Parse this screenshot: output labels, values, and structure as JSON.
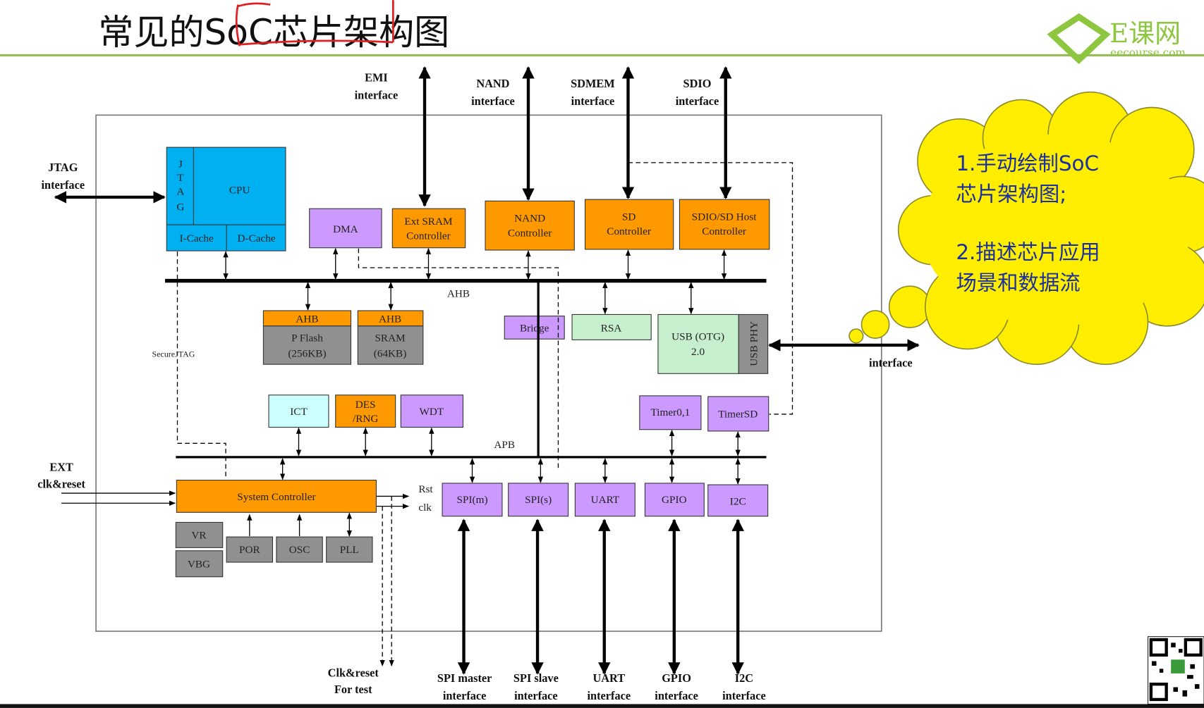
{
  "title": "常见的SoC芯片架构图",
  "logo": {
    "brand": "E课网",
    "domain": "eecourse.com"
  },
  "colors": {
    "cpu": "#00b0f0",
    "controller": "#ff9900",
    "peripheral": "#cc99ff",
    "memory": "#909090",
    "security": "#c6efce",
    "ict": "#ccffff",
    "cloud": "#ffee00",
    "accent_line": "#9bbb59",
    "annotation": "#e02020"
  },
  "external": {
    "emi": [
      "EMI",
      "interface"
    ],
    "nand": [
      "NAND",
      "interface"
    ],
    "sdmem": [
      "SDMEM",
      "interface"
    ],
    "sdio": [
      "SDIO",
      "interface"
    ],
    "jtag": [
      "JTAG",
      "interface"
    ],
    "ext": [
      "EXT",
      "clk&reset"
    ],
    "usb": "interface",
    "clk_test": [
      "Clk&reset",
      "For test"
    ],
    "spi_master": [
      "SPI master",
      "interface"
    ],
    "spi_slave": [
      "SPI slave",
      "interface"
    ],
    "uart": [
      "UART",
      "interface"
    ],
    "gpio": [
      "GPIO",
      "interface"
    ],
    "i2c": [
      "I2C",
      "interface"
    ]
  },
  "blocks": {
    "cpu": "CPU",
    "jtag_letters": [
      "J",
      "T",
      "A",
      "G"
    ],
    "icache": "I-Cache",
    "dcache": "D-Cache",
    "dma": "DMA",
    "extsram": [
      "Ext SRAM",
      "Controller"
    ],
    "nand": [
      "NAND",
      "Controller"
    ],
    "sd": [
      "SD",
      "Controller"
    ],
    "sdio": [
      "SDIO/SD Host",
      "Controller"
    ],
    "pflash": {
      "bus": "AHB",
      "name": "P Flash",
      "size": "(256KB)"
    },
    "sram": {
      "bus": "AHB",
      "name": "SRAM",
      "size": "(64KB)"
    },
    "bridge": "Bridge",
    "rsa": "RSA",
    "usb": [
      "USB (OTG)",
      "2.0"
    ],
    "usb_phy": "USB PHY",
    "ict": "ICT",
    "des": [
      "DES",
      "/RNG"
    ],
    "wdt": "WDT",
    "timer01": "Timer0,1",
    "timersd": "TimerSD",
    "sysctrl": "System Controller",
    "vr": "VR",
    "vbg": "VBG",
    "por": "POR",
    "osc": "OSC",
    "pll": "PLL",
    "spim": "SPI(m)",
    "spis": "SPI(s)",
    "uart": "UART",
    "gpio": "GPIO",
    "i2c": "I2C"
  },
  "buses": {
    "ahb": "AHB",
    "apb": "APB"
  },
  "signals": {
    "secure_jtag": "SecureJTAG",
    "rst": "Rst",
    "clk": "clk"
  },
  "cloud_notes": [
    [
      "1.手动绘制SoC",
      "芯片架构图;"
    ],
    [
      "2.描述芯片应用",
      "场景和数据流"
    ]
  ]
}
